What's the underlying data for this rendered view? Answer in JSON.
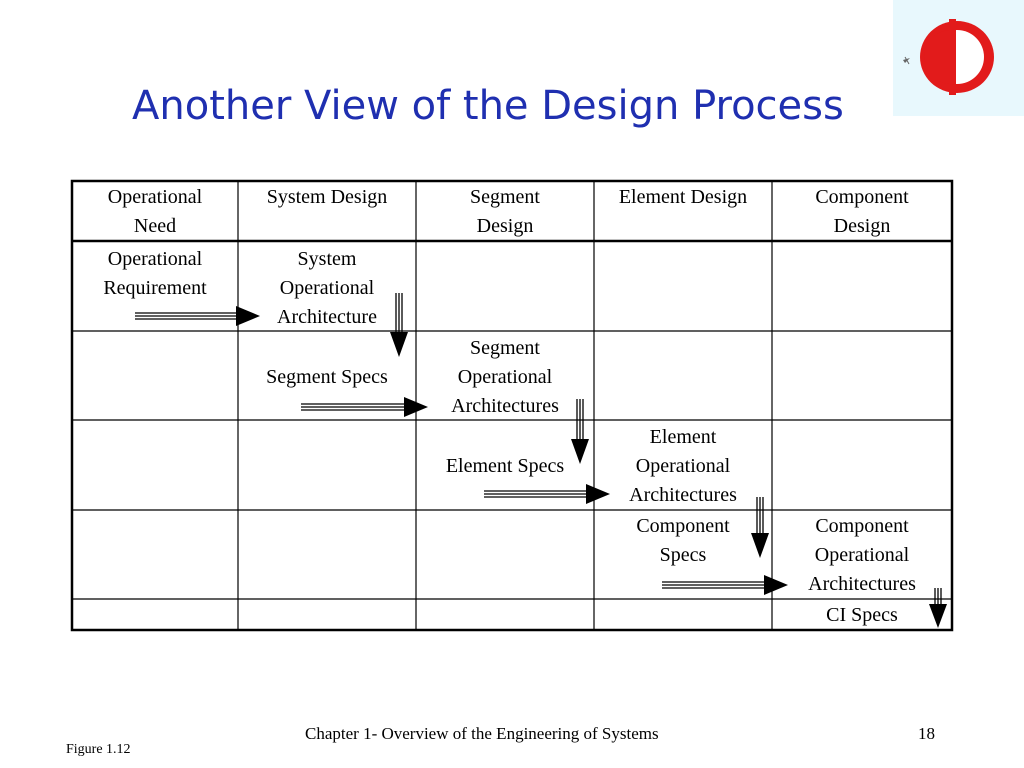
{
  "slide": {
    "title": "Another View of the Design Process",
    "footer": {
      "chapter": "Chapter 1- Overview of the Engineering of Systems",
      "page_number": "18",
      "figure_label": "Figure 1.12"
    }
  },
  "table": {
    "headers": [
      "Operational\nNeed",
      "System Design",
      "Segment\nDesign",
      "Element Design",
      "Component\nDesign"
    ],
    "cells": {
      "operational_requirement": "Operational\nRequirement",
      "system_operational_architecture": "System\nOperational\nArchitecture",
      "segment_specs": "Segment Specs",
      "segment_operational_architectures": "Segment\nOperational\nArchitectures",
      "element_specs": "Element Specs",
      "element_operational_architectures": "Element\nOperational\nArchitectures",
      "component_specs": "Component\nSpecs",
      "component_operational_architectures": "Component\nOperational\nArchitectures",
      "ci_specs": "CI Specs"
    }
  },
  "colors": {
    "title": "#1f2fb0",
    "logo_red": "#e21b1b",
    "logo_bg": "#e8f8fd"
  },
  "icons": {
    "logo": "university-logo-icon",
    "arrow": "double-line-arrow-icon"
  }
}
